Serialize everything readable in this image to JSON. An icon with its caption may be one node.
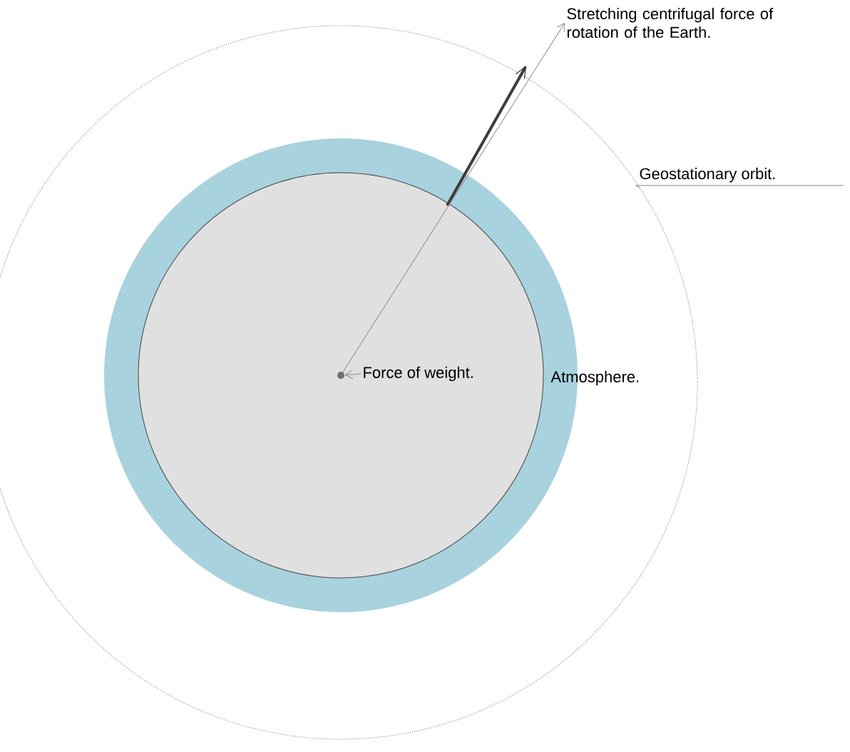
{
  "diagram": {
    "nodes": [
      {
        "text": [
          "Stretching centrifugal force of rotation of the Earth."
        ]
      },
      {
        "text": [],
        "shape": "circle"
      },
      {
        "text": [
          "Force of weight."
        ]
      },
      {
        "text": [
          "Geostationary orbit."
        ]
      }
    ],
    "edges": [
      {
        "from": 1,
        "to": 0,
        "arrow": "to"
      },
      {
        "from": 2,
        "to": 1,
        "arrow": "to"
      },
      {
        "from": 3,
        "to": null,
        "arrow": "none"
      }
    ],
    "labels": [
      "Atmosphere."
    ]
  }
}
